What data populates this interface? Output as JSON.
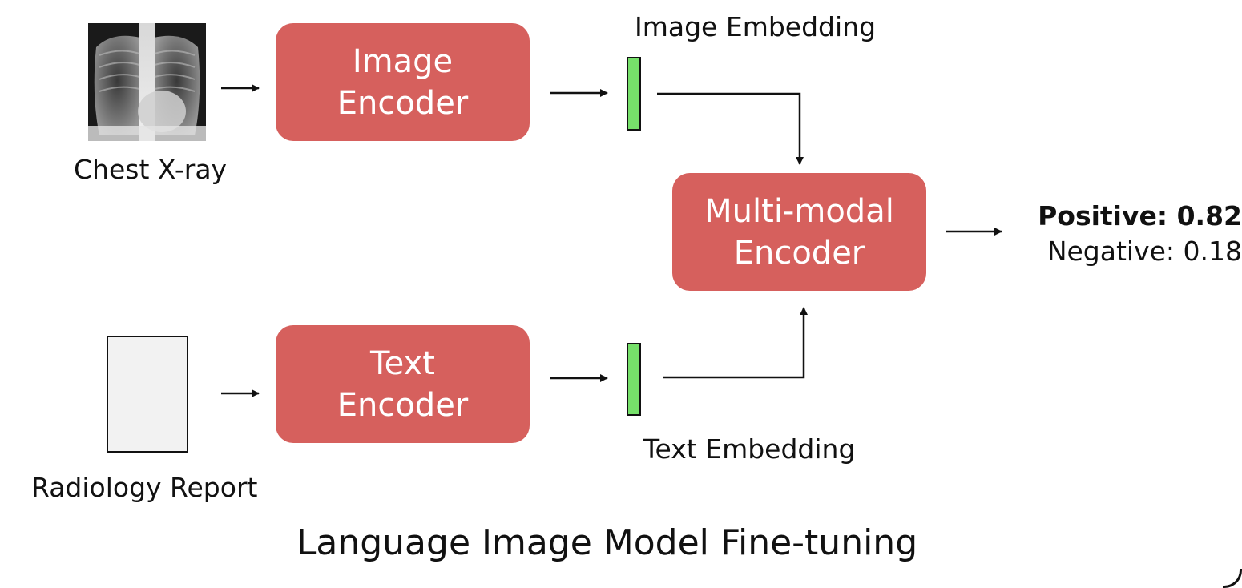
{
  "colors": {
    "encoder_fill": "#d6605d",
    "embedding_fill": "#76e06a",
    "document_fill": "#f2f2f2",
    "line": "#111111"
  },
  "inputs": {
    "image_label": "Chest X-ray",
    "text_label": "Radiology Report"
  },
  "encoders": {
    "image": {
      "line1": "Image",
      "line2": "Encoder"
    },
    "text": {
      "line1": "Text",
      "line2": "Encoder"
    },
    "multimodal": {
      "line1": "Multi-modal",
      "line2": "Encoder"
    }
  },
  "embeddings": {
    "image_label": "Image Embedding",
    "text_label": "Text Embedding"
  },
  "output": {
    "positive": "Positive: 0.82",
    "negative": "Negative: 0.18"
  },
  "title": "Language Image Model Fine-tuning"
}
